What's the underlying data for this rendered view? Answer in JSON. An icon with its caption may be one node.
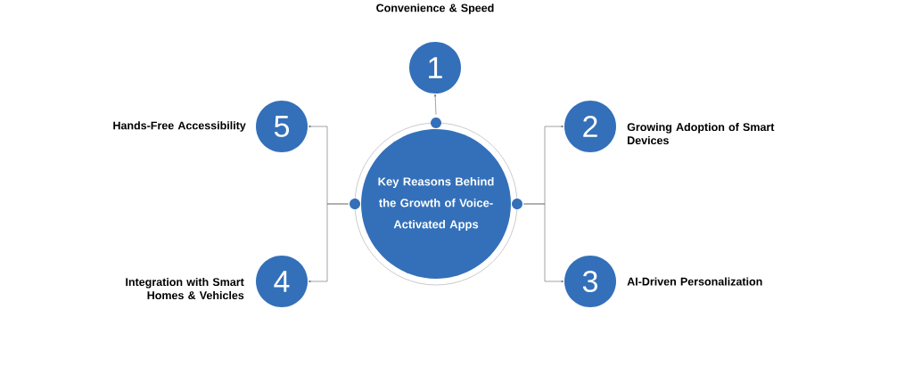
{
  "diagram": {
    "nodes": [
      {
        "text": [
          "Key Reasons Behind the Growth of Voice-Activated Apps"
        ]
      },
      {
        "text": [
          "1"
        ],
        "beside": [
          "Convenience & Speed"
        ]
      },
      {
        "text": [
          "5"
        ],
        "beside": [
          "Hands-Free Accessibility"
        ]
      },
      {
        "text": [
          "2"
        ],
        "beside": [
          "Growing Adoption of Smart Devices"
        ]
      },
      {
        "text": [
          "4"
        ],
        "beside": [
          "Integration with Smart Homes & Vehicles"
        ]
      },
      {
        "text": [
          "3"
        ],
        "beside": [
          "AI-Driven Personalization"
        ]
      }
    ],
    "edges": [
      {
        "from": 0,
        "to": 1,
        "arrow": "to"
      },
      {
        "from": 0,
        "to": 2,
        "arrow": "to"
      },
      {
        "from": 0,
        "to": 3,
        "arrow": "to"
      },
      {
        "from": 0,
        "to": 4,
        "arrow": "to"
      },
      {
        "from": 0,
        "to": 5,
        "arrow": "to"
      }
    ]
  }
}
